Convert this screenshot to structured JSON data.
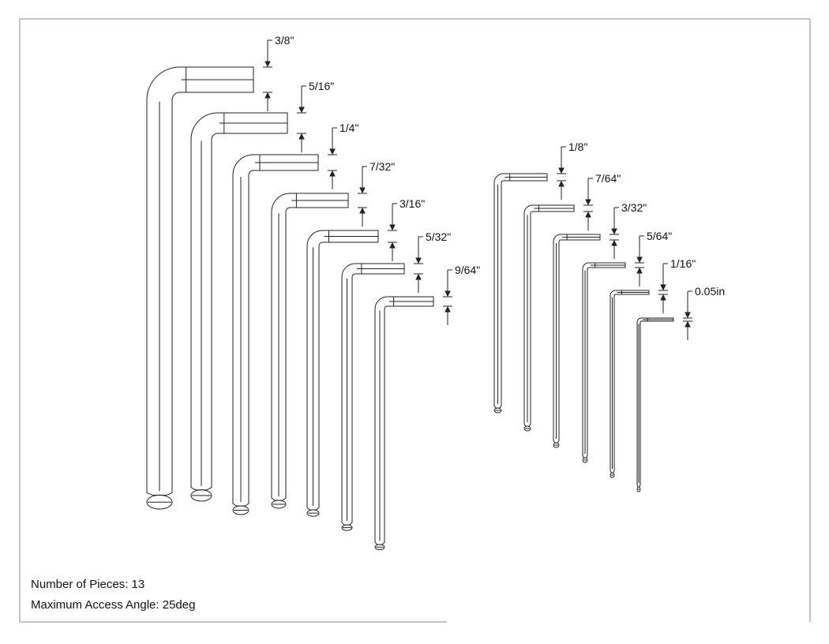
{
  "drawing": {
    "notes": {
      "pieces_label": "Number of Pieces: 13",
      "angle_label": "Maximum Access Angle: 25deg"
    },
    "keys": [
      {
        "size": "3/8\""
      },
      {
        "size": "5/16\""
      },
      {
        "size": "1/4\""
      },
      {
        "size": "7/32\""
      },
      {
        "size": "3/16\""
      },
      {
        "size": "5/32\""
      },
      {
        "size": "9/64\""
      },
      {
        "size": "1/8\""
      },
      {
        "size": "7/64\""
      },
      {
        "size": "3/32\""
      },
      {
        "size": "5/64\""
      },
      {
        "size": "1/16\""
      },
      {
        "size": "0.05in"
      }
    ]
  }
}
